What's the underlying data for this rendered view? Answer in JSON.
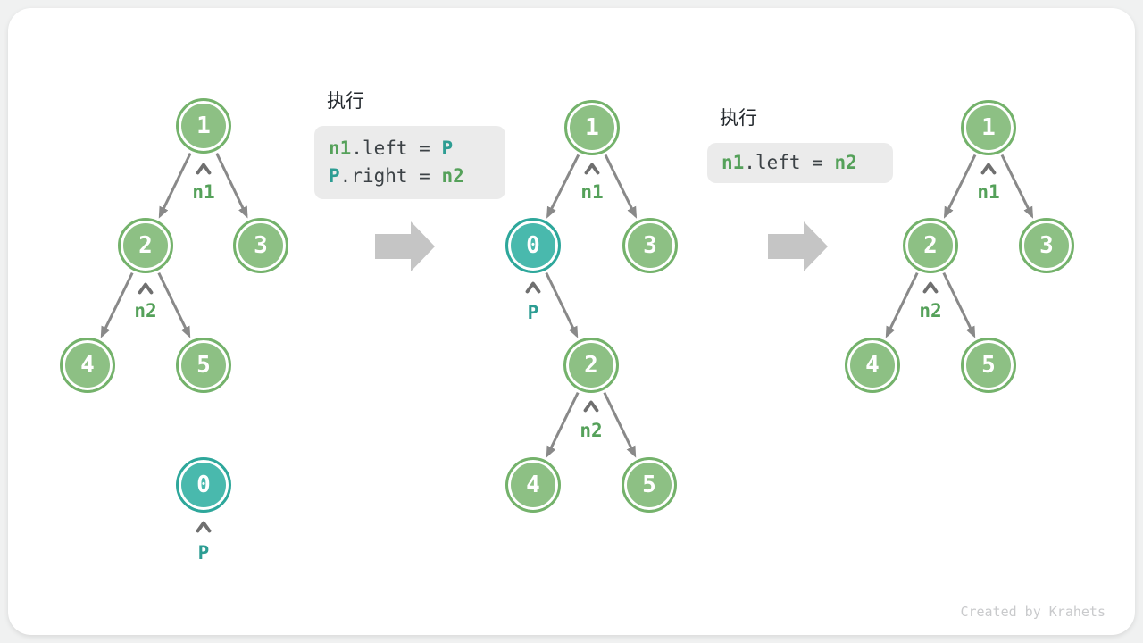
{
  "colors": {
    "page_bg": "#f0f1f1",
    "card_bg": "#ffffff",
    "node_green_fill": "#8dc084",
    "node_green_border": "#74b26b",
    "node_teal_fill": "#49b9ad",
    "node_teal_border": "#2ea79b",
    "accent_green": "#55a15a",
    "accent_teal": "#2d9d93",
    "title_dark": "#24292e",
    "code_dark": "#3c4246",
    "code_bg": "#ebebeb",
    "edge_gray": "#898989",
    "caret_gray": "#6f6f6f",
    "block_arrow_gray": "#c5c5c5",
    "credit_gray": "#c9cacc"
  },
  "exec1": {
    "title": "执行",
    "line1": {
      "a": "n1",
      "b": ".left = ",
      "c": "P"
    },
    "line2": {
      "a": "P",
      "b": ".right = ",
      "c": "n2"
    }
  },
  "exec2": {
    "title": "执行",
    "line1": {
      "a": "n1",
      "b": ".left = ",
      "c": "n2"
    }
  },
  "tree1": {
    "node1": "1",
    "node2": "2",
    "node3": "3",
    "node4": "4",
    "node5": "5",
    "node0": "0",
    "label_n1": "n1",
    "label_n2": "n2",
    "label_p": "P"
  },
  "tree2": {
    "node1": "1",
    "node0": "0",
    "node3": "3",
    "node2": "2",
    "node4": "4",
    "node5": "5",
    "label_n1": "n1",
    "label_p": "P",
    "label_n2": "n2"
  },
  "tree3": {
    "node1": "1",
    "node2": "2",
    "node3": "3",
    "node4": "4",
    "node5": "5",
    "label_n1": "n1",
    "label_n2": "n2"
  },
  "footer": {
    "credit": "Created by Krahets"
  }
}
